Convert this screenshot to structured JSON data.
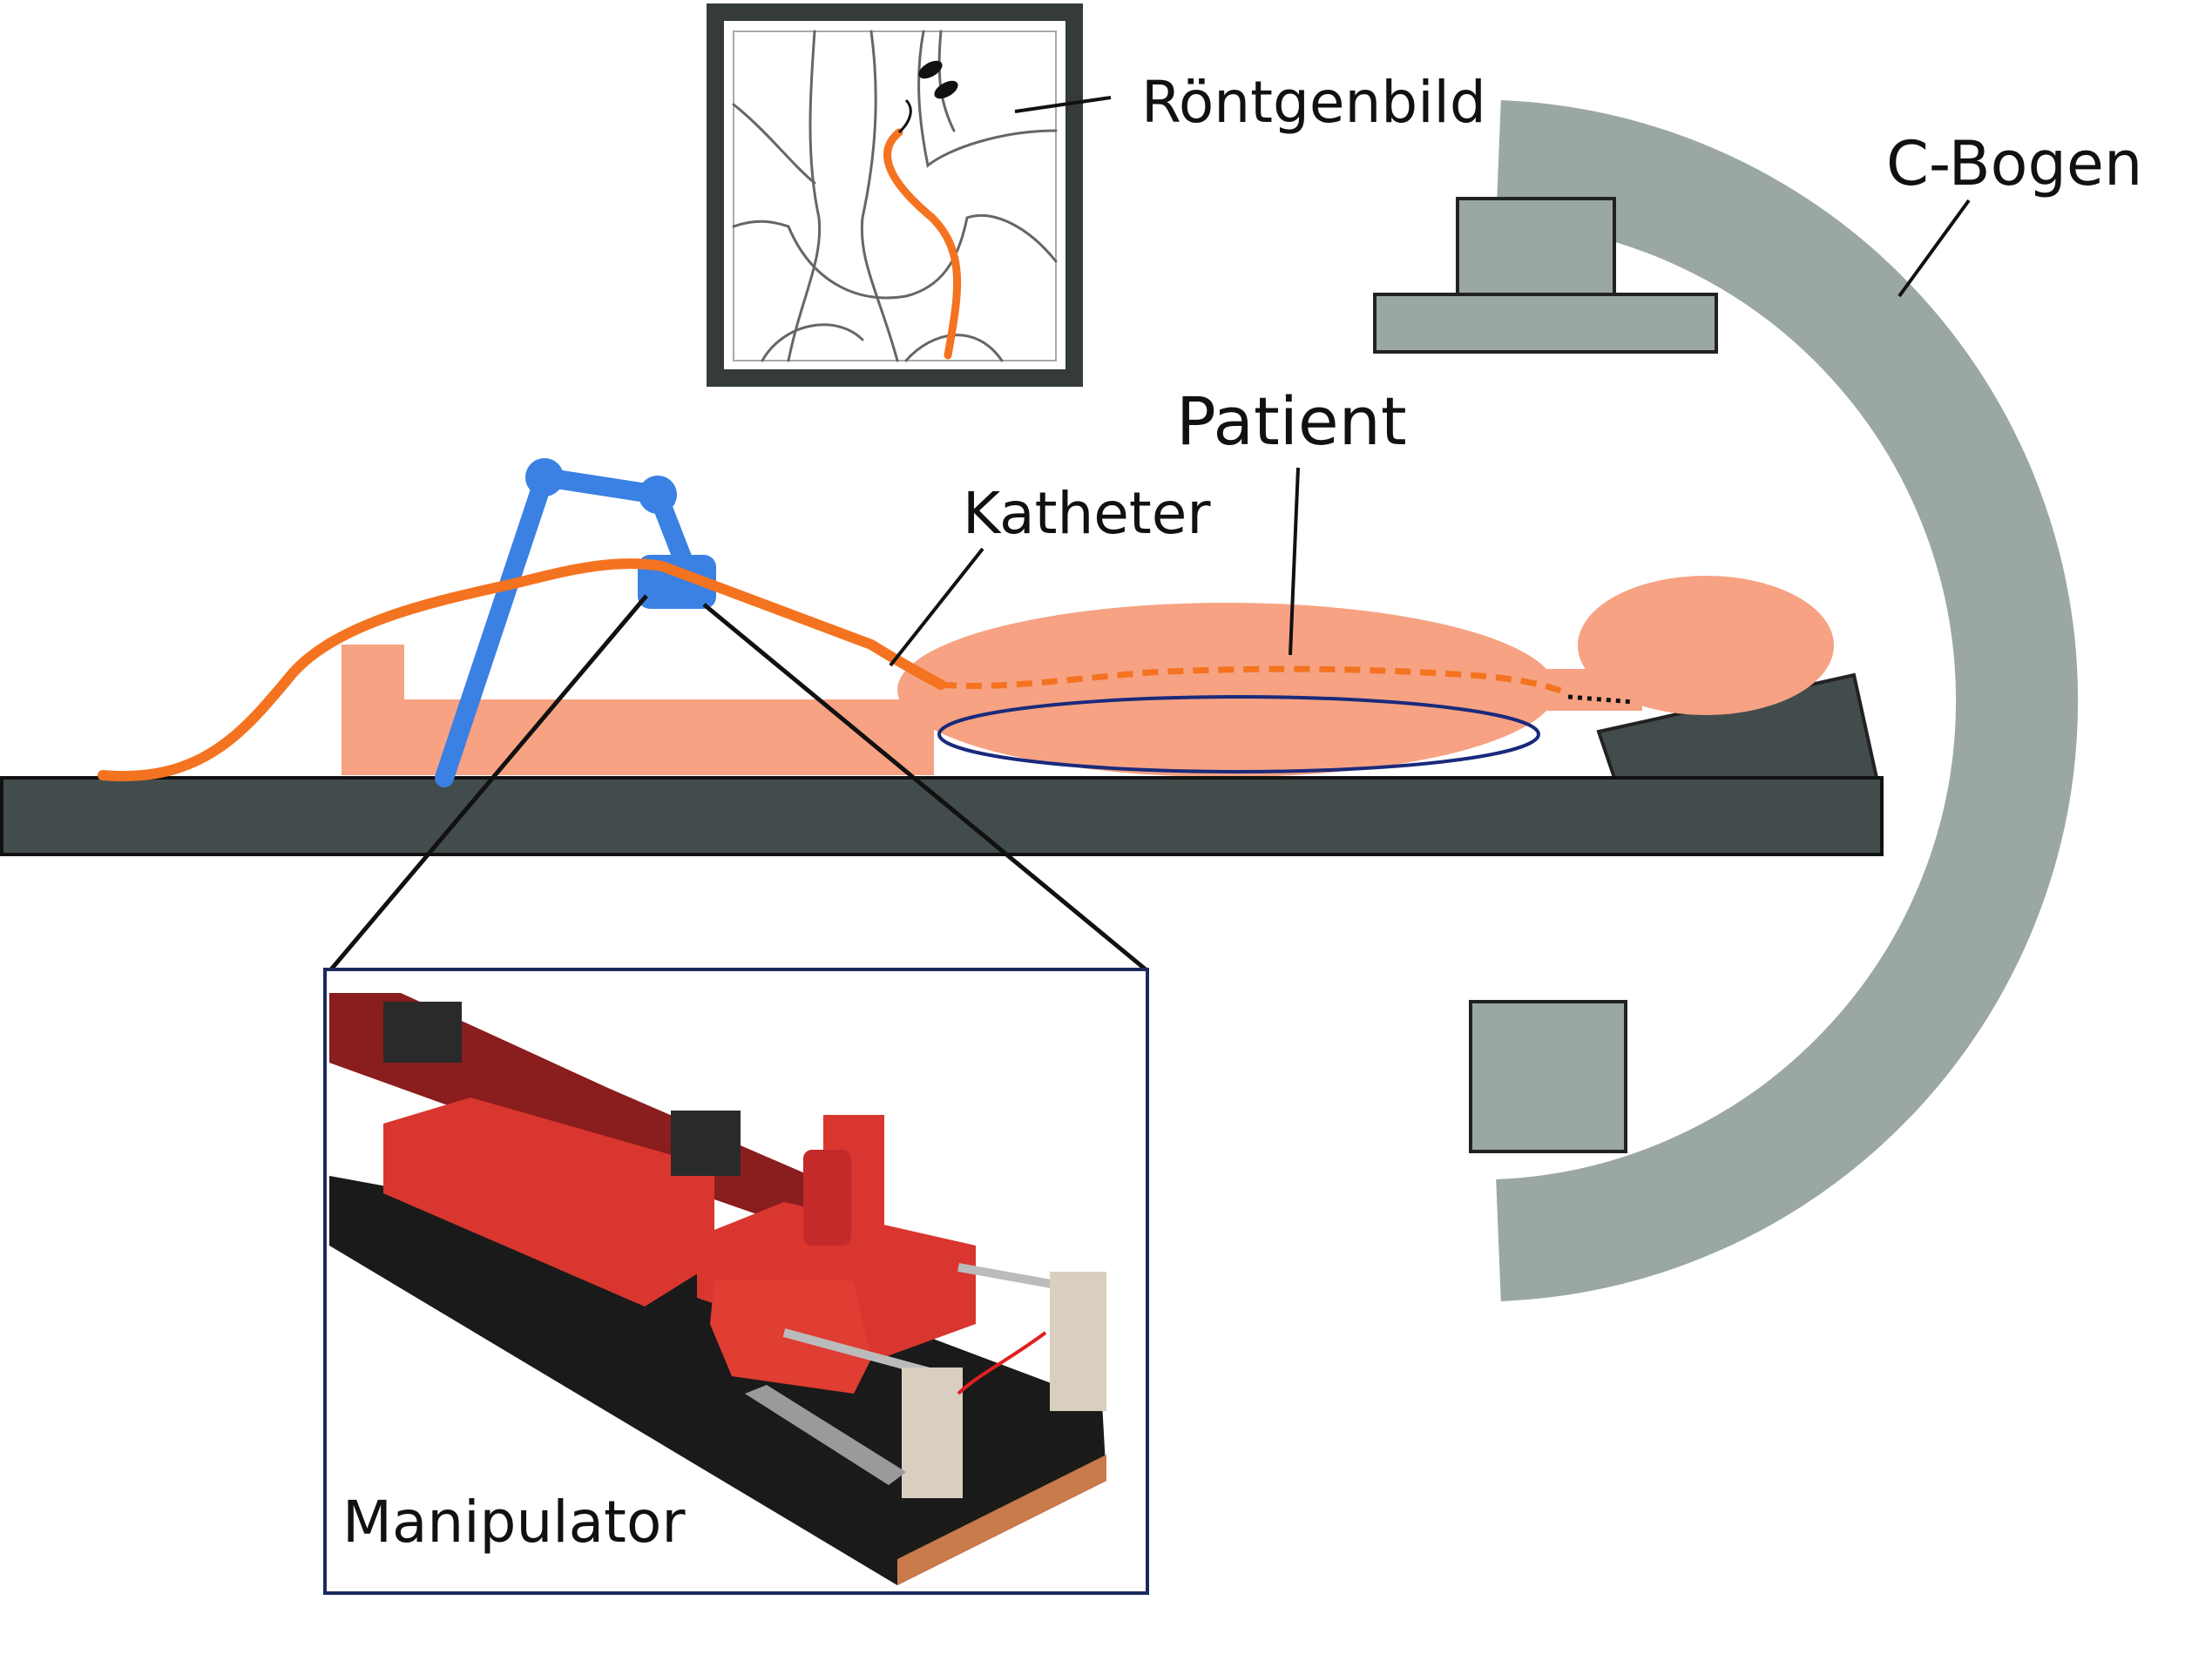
{
  "labels": {
    "xray": "Röntgenbild",
    "c_arm": "C-Bogen",
    "patient": "Patient",
    "catheter": "Katheter",
    "manipulator": "Manipulator"
  },
  "colors": {
    "table": "#434c4c",
    "patient": "#f6a283",
    "catheter": "#f47320",
    "robot_arm": "#3b80e3",
    "c_arm": "#9aa7a4",
    "organ_outline": "#1a2a7c",
    "frame": "#111111",
    "manipulator_red": "#d9362f"
  },
  "icons": {
    "xray_image": "chest-xray-sketch",
    "manipulator_photo": "catheter-manipulator-device"
  }
}
